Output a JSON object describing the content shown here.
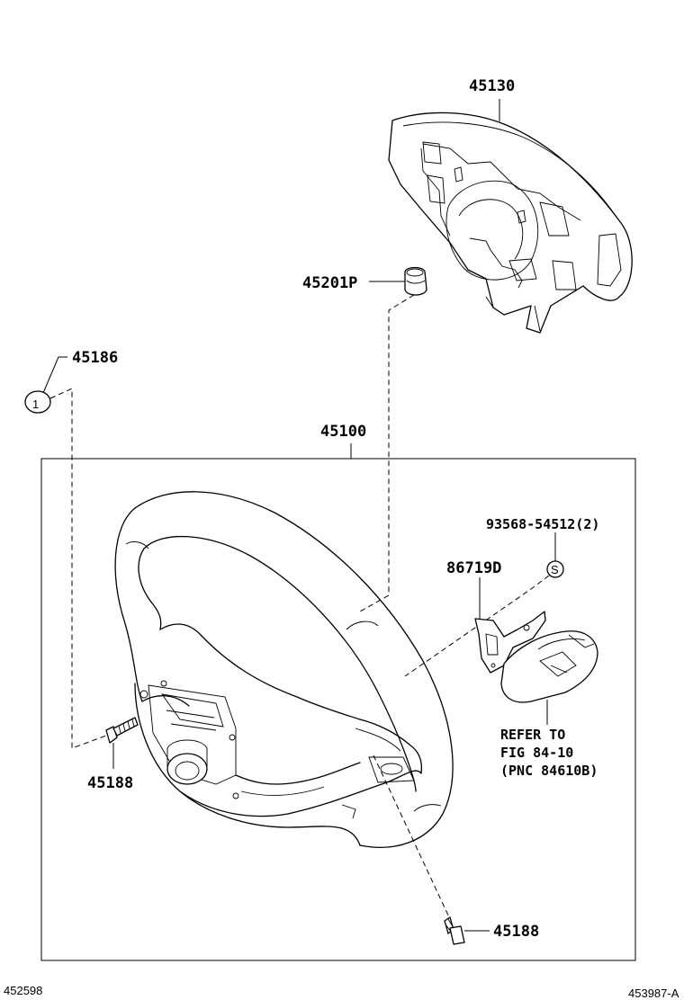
{
  "parts": {
    "p45130": "45130",
    "p45201p": "45201P",
    "p45186": "45186",
    "p45100": "45100",
    "p93568": "93568-54512(2)",
    "p86719d": "86719D",
    "p45188_left": "45188",
    "p45188_bottom": "45188"
  },
  "symbols": {
    "screw_mark": "S",
    "cap_mark": "1"
  },
  "reference": {
    "line1": "REFER TO",
    "line2": "FIG 84-10",
    "line3": "(PNC 84610B)"
  },
  "footer": {
    "left_code": "452598",
    "right_code": "453987-A"
  }
}
